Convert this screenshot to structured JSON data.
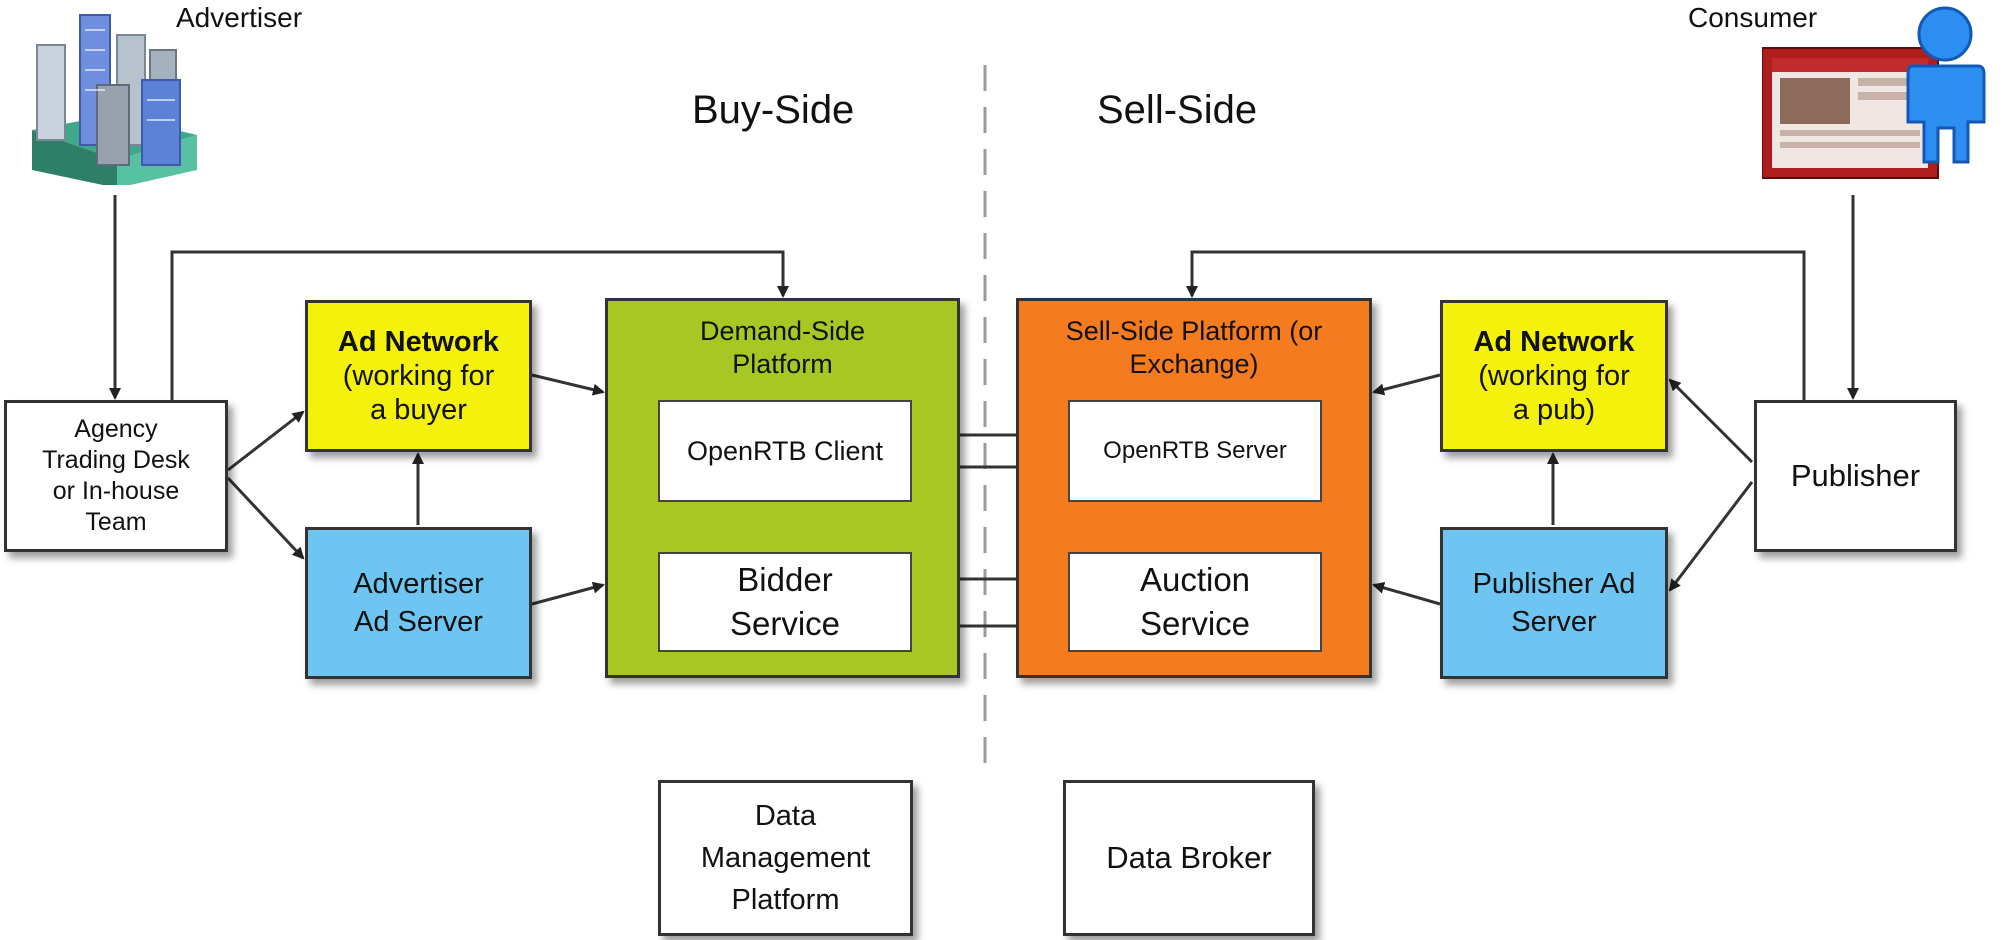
{
  "labels": {
    "advertiser": "Advertiser",
    "consumer": "Consumer",
    "buy_side": "Buy-Side",
    "sell_side": "Sell-Side"
  },
  "agency": {
    "lines": [
      "Agency",
      "Trading Desk",
      "or In-house",
      "Team"
    ]
  },
  "ad_network_buyer": {
    "title": "Ad Network",
    "lines": [
      "(working for",
      "a buyer"
    ]
  },
  "advertiser_ad_server": {
    "lines": [
      "Advertiser",
      "Ad Server"
    ]
  },
  "dsp": {
    "title_lines": [
      "Demand-Side",
      "Platform"
    ],
    "openrtb_client": "OpenRTB Client",
    "bidder_lines": [
      "Bidder",
      "Service"
    ]
  },
  "ssp": {
    "title_lines": [
      "Sell-Side Platform (or",
      "Exchange)"
    ],
    "openrtb_server": "OpenRTB Server",
    "auction_lines": [
      "Auction",
      "Service"
    ]
  },
  "ad_network_pub": {
    "title": "Ad Network",
    "lines": [
      "(working for",
      "a pub)"
    ]
  },
  "publisher_ad_server": {
    "lines": [
      "Publisher Ad",
      "Server"
    ]
  },
  "publisher": {
    "label": "Publisher"
  },
  "dmp": {
    "lines": [
      "Data",
      "Management",
      "Platform"
    ]
  },
  "data_broker": {
    "label": "Data Broker"
  },
  "colors": {
    "yellow": "#f4f20a",
    "blue": "#6fc5f1",
    "green": "#a9c724",
    "orange": "#f57b1f",
    "line": "#333333",
    "divider": "#9a9a9a"
  },
  "icons": {
    "advertiser": "office-buildings-icon",
    "consumer": "person-with-web-page-icon"
  }
}
